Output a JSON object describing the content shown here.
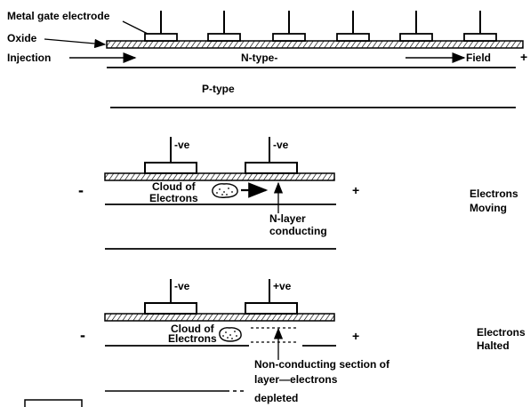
{
  "top": {
    "metal_gate_label": "Metal gate electrode",
    "oxide_label": "Oxide",
    "injection_label": "Injection",
    "ntype_label": "N-type-",
    "field_label": "Field",
    "plus_sign": "+",
    "ptype_label": "P-type"
  },
  "moving": {
    "gate1_voltage": "-ve",
    "gate2_voltage": "-ve",
    "minus_sign": "-",
    "plus_sign": "+",
    "cloud_line1": "Cloud of",
    "cloud_line2": "Electrons",
    "nlayer_line1": "N-layer",
    "nlayer_line2": "conducting",
    "status_line1": "Electrons",
    "status_line2": "Moving"
  },
  "halted": {
    "gate1_voltage": "-ve",
    "gate2_voltage": "+ve",
    "minus_sign": "-",
    "plus_sign": "+",
    "cloud_line1": "Cloud of",
    "cloud_line2": "Electrons",
    "depleted_line1": "Non-conducting section of",
    "depleted_line2": "layer—electrons",
    "depleted_line3": "depleted",
    "status_line1": "Electrons",
    "status_line2": "Halted"
  }
}
